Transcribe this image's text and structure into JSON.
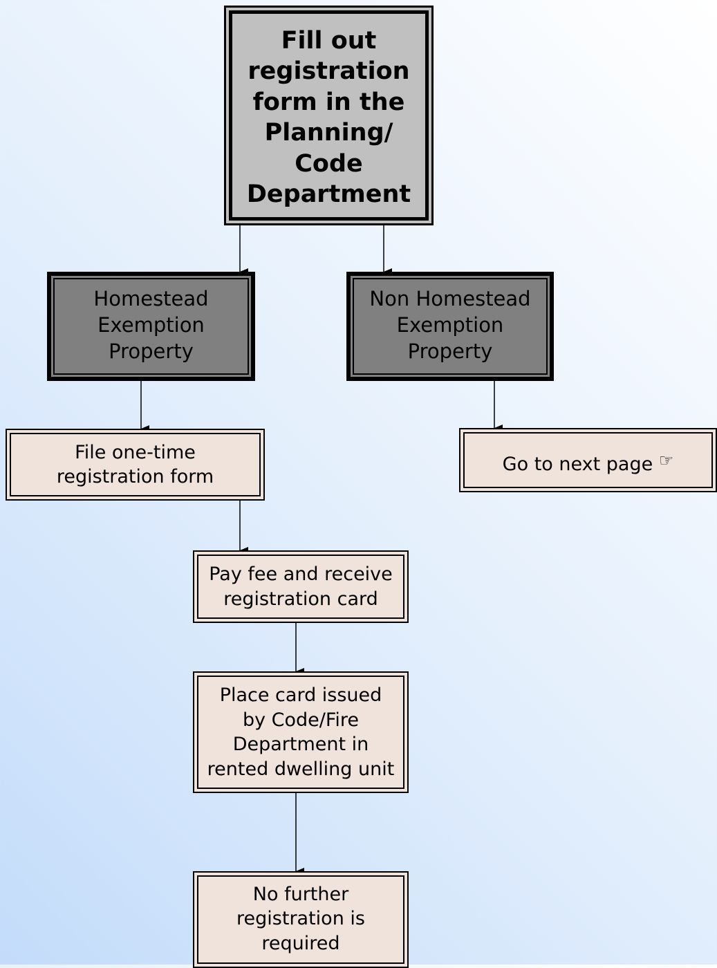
{
  "nodes": {
    "fill_out": {
      "lines": [
        "Fill out",
        "registration",
        "form in the",
        "Planning/",
        "Code",
        "Department"
      ]
    },
    "homestead": {
      "lines": [
        "Homestead",
        "Exemption",
        "Property"
      ]
    },
    "non_homestead": {
      "lines": [
        "Non Homestead",
        "Exemption",
        "Property"
      ]
    },
    "file_once": {
      "lines": [
        "File one-time",
        "registration form"
      ]
    },
    "next_page": {
      "label": "Go to next page",
      "icon": "☞"
    },
    "pay_fee": {
      "lines": [
        "Pay fee and receive",
        "registration card"
      ]
    },
    "place_card": {
      "lines": [
        "Place card issued",
        "by Code/Fire",
        "Department in",
        "rented dwelling unit"
      ]
    },
    "no_further": {
      "lines": [
        "No further",
        "registration is",
        "required"
      ]
    }
  },
  "colors": {
    "top_fill": "#c0c0c0",
    "dark_fill": "#808080",
    "beige_fill": "#f0e3dc",
    "background_light": "#ffffff",
    "background_blue": "#c3dcfa"
  }
}
